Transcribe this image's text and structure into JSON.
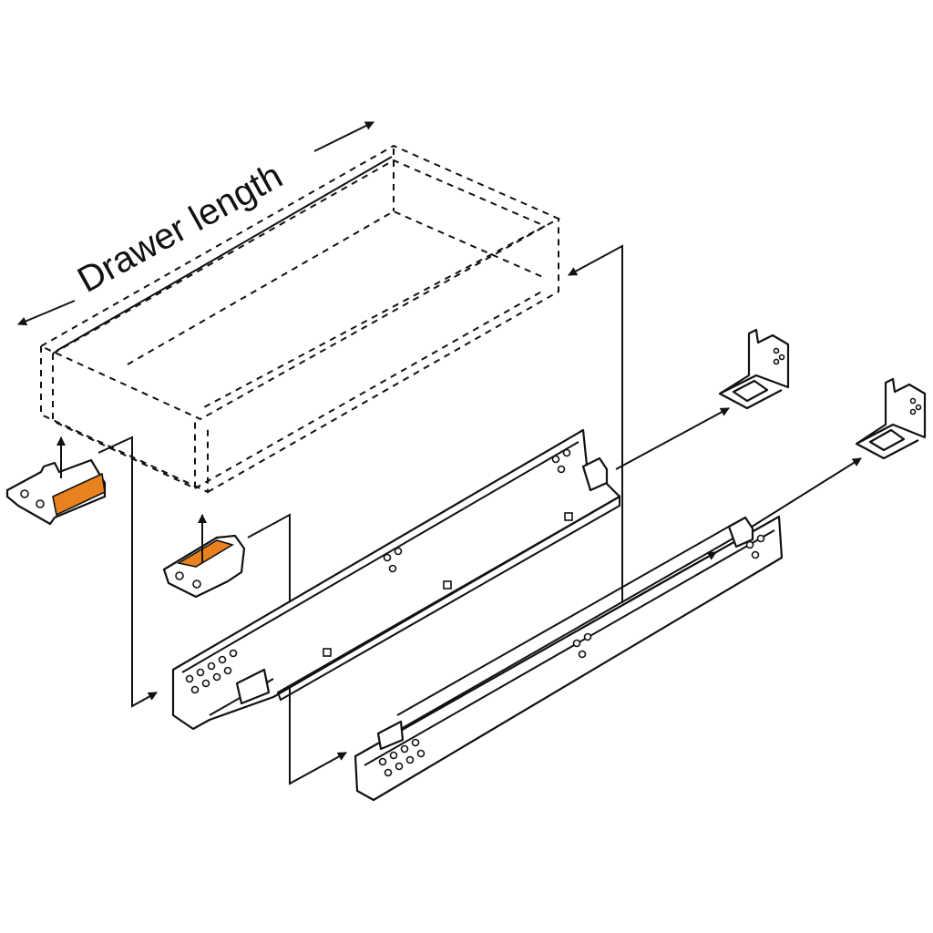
{
  "diagram": {
    "dimension_label": "Drawer length",
    "colors": {
      "line": "#111111",
      "accent": "#e8821e",
      "background": "#ffffff"
    },
    "parts": [
      "drawer-box",
      "locking-device-left",
      "locking-device-right",
      "runner-left",
      "runner-right",
      "rear-bracket-left",
      "rear-bracket-right"
    ]
  }
}
